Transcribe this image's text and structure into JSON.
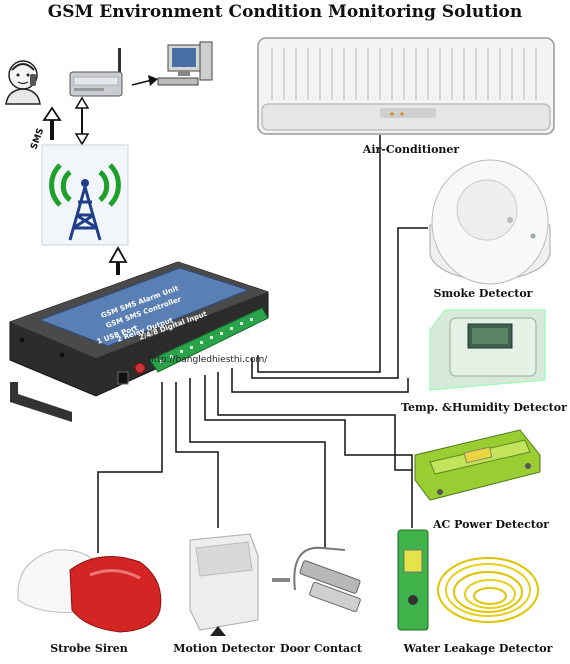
{
  "title": "GSM Environment Condition Monitoring Solution",
  "controller": {
    "line1": "GSM SMS Alarm Unit",
    "line2": "GSM SMS Controller",
    "line3": "1 USB Port",
    "line4": "2 Relay Output",
    "line5": "2/4/8 Digital Input"
  },
  "url": "http://bangledhiesthi.com/",
  "sms_label": "SMS",
  "labels": {
    "air_conditioner": "Air-Conditioner",
    "smoke_detector": "Smoke Detector",
    "temp_humidity": "Temp. &Humidity Detector",
    "ac_power": "AC Power Detector",
    "strobe_siren": "Strobe Siren",
    "motion_detector": "Motion Detector",
    "door_contact": "Door Contact",
    "water_leakage": "Water Leakage Detector"
  }
}
